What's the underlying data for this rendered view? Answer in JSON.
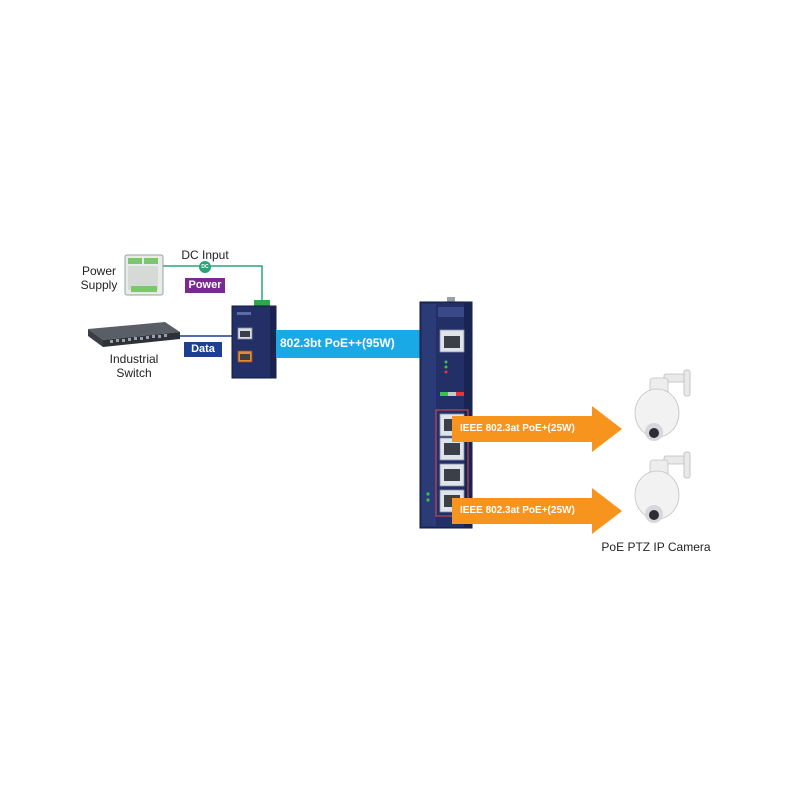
{
  "labels": {
    "power_supply_line1": "Power",
    "power_supply_line2": "Supply",
    "dc_input": "DC Input",
    "dc_badge": "DC",
    "power_tag": "Power",
    "data_tag": "Data",
    "switch_line1": "Industrial",
    "switch_line2": "Switch",
    "camera_caption": "PoE PTZ IP Camera"
  },
  "arrows": {
    "uplink": "802.3bt PoE++(95W)",
    "port1": "IEEE 802.3at PoE+(25W)",
    "port2": "IEEE 802.3at PoE+(25W)"
  },
  "colors": {
    "uplink_arrow": "#19a9e6",
    "port_arrow": "#f7941d",
    "device_blue": "#2a3a72",
    "power_tag": "#7a2a8e",
    "data_tag": "#1d3f8f",
    "dc_line": "#2aa57a"
  },
  "icons": {
    "power_supply": "din-rail-power-supply-icon",
    "switch": "industrial-switch-icon",
    "injector": "poe-injector-icon",
    "extender": "poe-extender-icon",
    "camera": "ptz-camera-icon"
  }
}
